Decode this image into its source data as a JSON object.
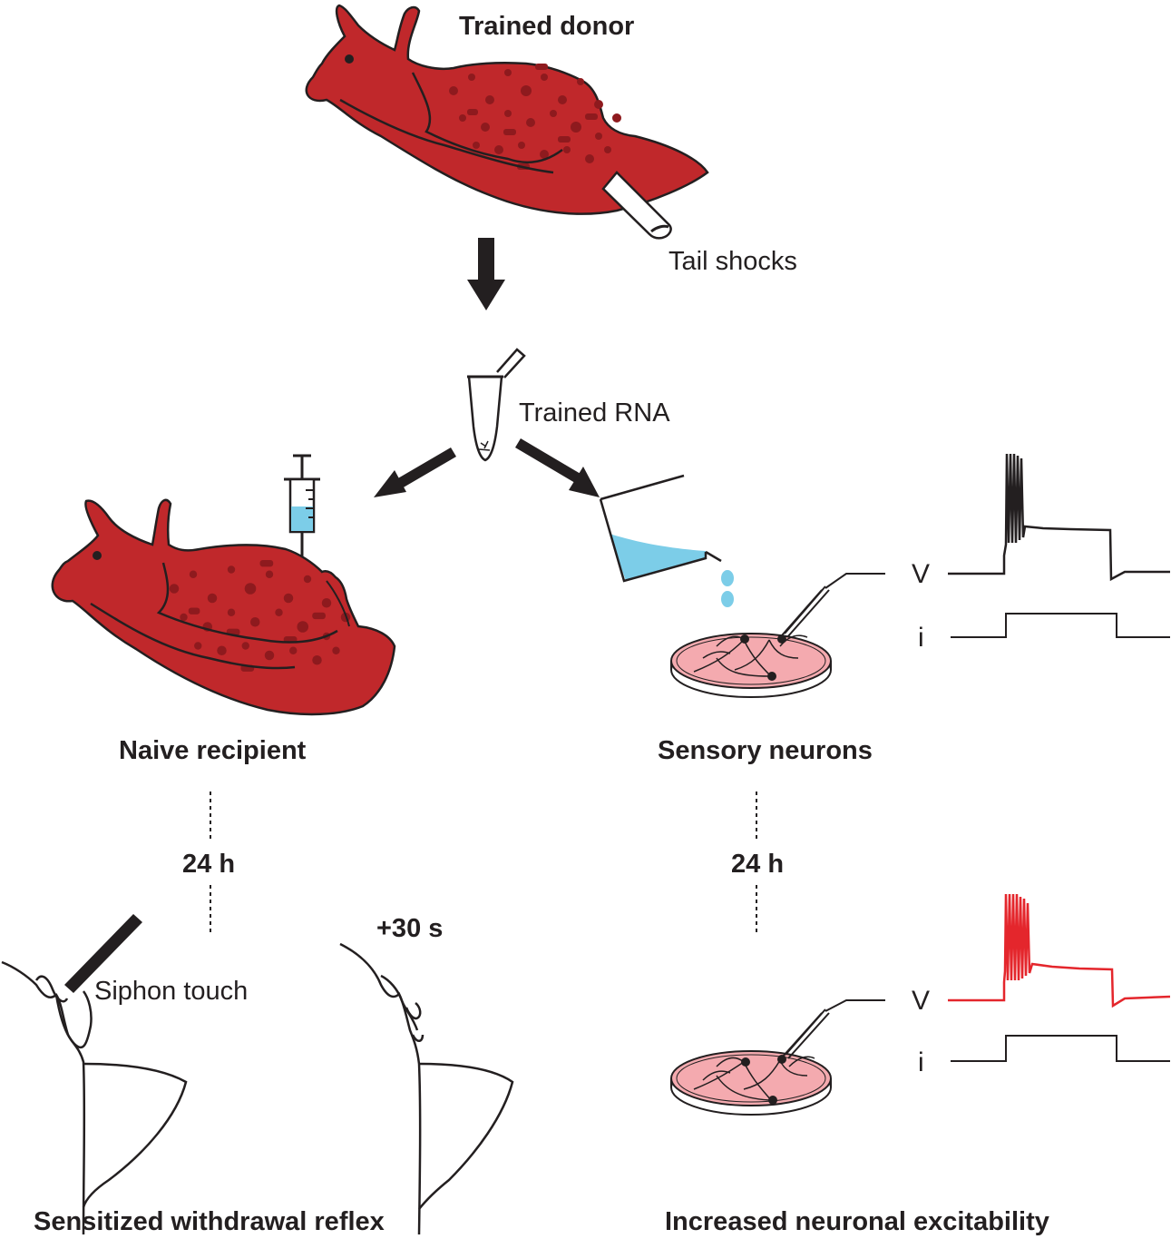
{
  "labels": {
    "trained_donor": "Trained donor",
    "tail_shocks": "Tail shocks",
    "trained_rna": "Trained RNA",
    "naive_recipient": "Naive recipient",
    "sensory_neurons": "Sensory neurons",
    "time_left": "24 h",
    "time_right": "24 h",
    "plus_30s": "+30 s",
    "siphon_touch": "Siphon touch",
    "sensitized_withdrawal_reflex": "Sensitized withdrawal reflex",
    "increased_neuronal_excitability": "Increased neuronal excitability",
    "voltage_top": "V",
    "current_top": "i",
    "voltage_bottom": "V",
    "current_bottom": "i"
  },
  "colors": {
    "aplysia_body": "#c0282b",
    "aplysia_spots": "#8e1a1e",
    "liquid": "#7ccde8",
    "dish": "#f4aaaf",
    "trace_black": "#231f20",
    "trace_red": "#e4262c"
  }
}
